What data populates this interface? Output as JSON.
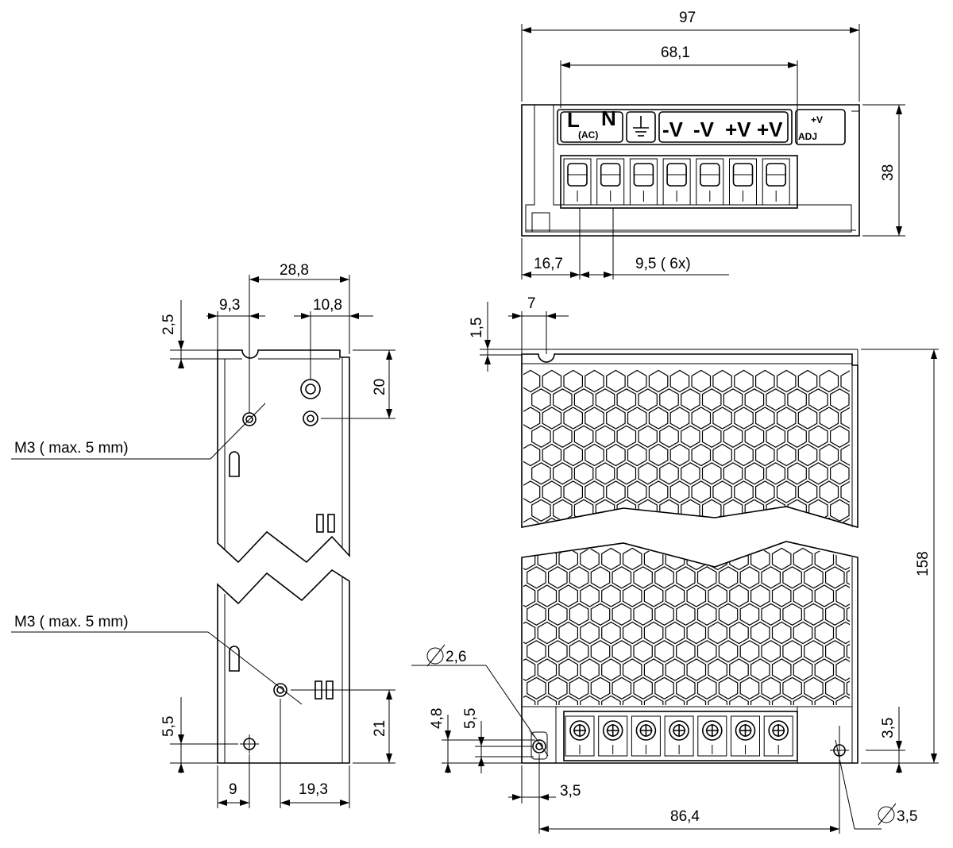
{
  "top_view": {
    "dimensions": {
      "overall_width": "97",
      "terminal_span": "68,1",
      "height": "38",
      "first_offset": "16,7",
      "pitch": "9,5 ( 6x)"
    },
    "terminals": {
      "L": "L",
      "N": "N",
      "ac": "(AC)",
      "neg1": "-V",
      "neg2": "-V",
      "pos1": "+V",
      "pos2": "+V",
      "adj_top": "+V",
      "adj_bottom": "ADJ"
    }
  },
  "side_view": {
    "dimensions": {
      "hole_span": "28,8",
      "left_offset": "9,3",
      "right_offset": "10,8",
      "top_gap": "2,5",
      "hole_depth": "20",
      "bottom_hole": "5,5",
      "bottom_depth": "21",
      "bottom_left": "9",
      "bottom_right": "19,3"
    },
    "labels": {
      "m3_top": "M3  ( max. 5 mm)",
      "m3_bottom": "M3  ( max. 5 mm)"
    }
  },
  "front_view": {
    "dimensions": {
      "slot_width": "7",
      "slot_depth": "1,5",
      "length": "158",
      "hole_dia_small": "2,6",
      "h_4_8": "4,8",
      "h_5_5": "5,5",
      "hole_offset": "3,5",
      "hole_spacing": "86,4",
      "right_hole": "3,5",
      "hole_dia_large": "3,5"
    },
    "symbols": {
      "diameter": "Ø"
    }
  }
}
